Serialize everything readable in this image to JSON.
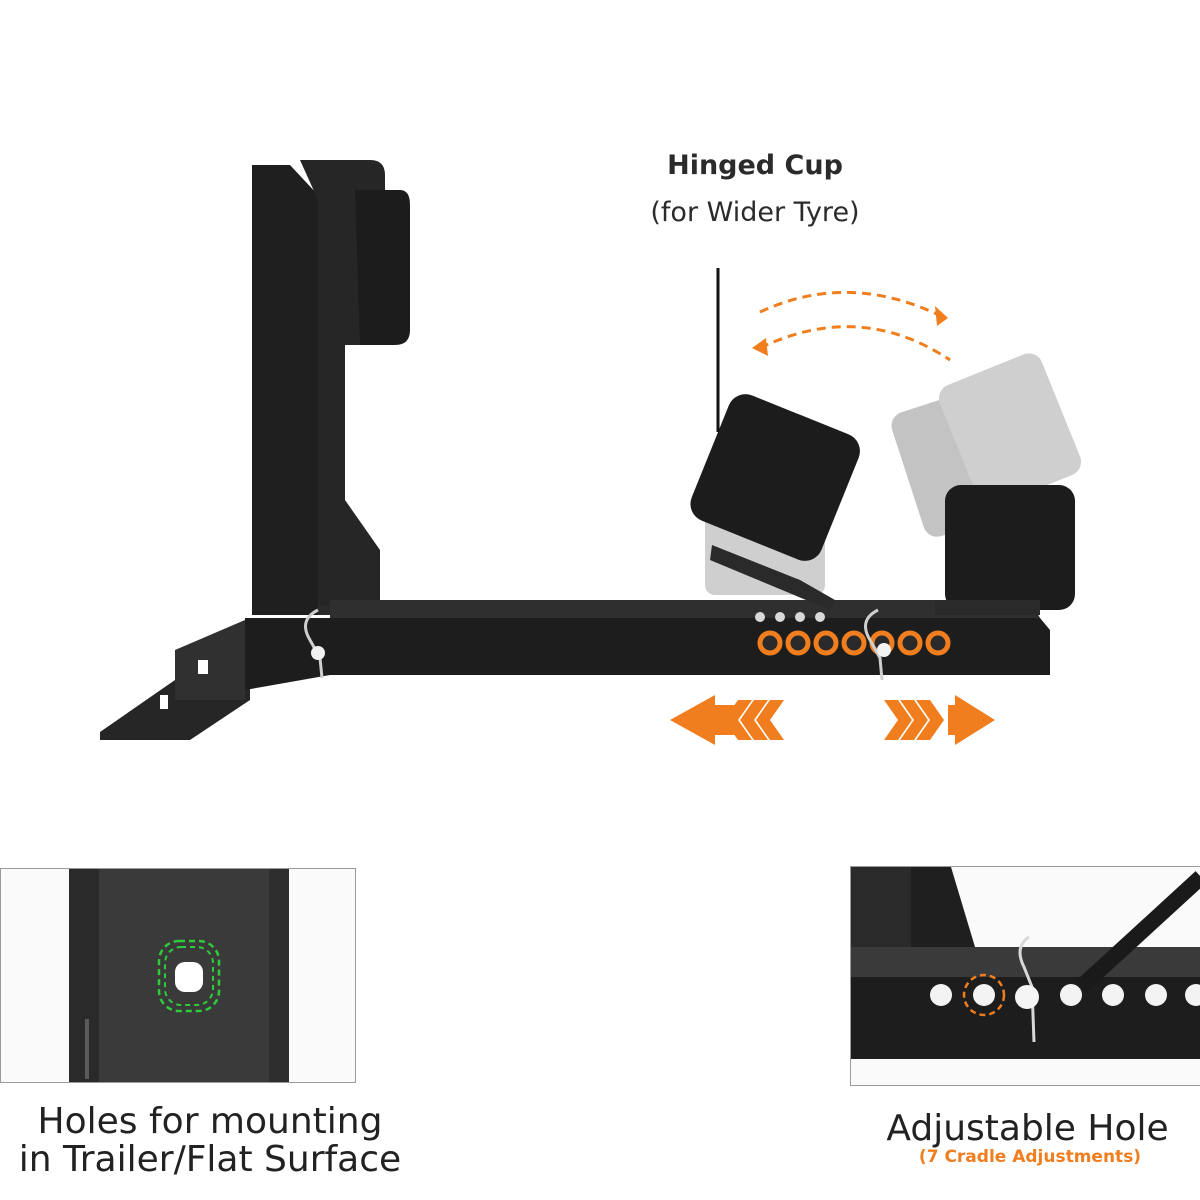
{
  "callout": {
    "title": "Hinged Cup",
    "subtitle": "(for Wider Tyre)"
  },
  "captions": {
    "left_line1": "Holes for mounting",
    "left_line2": "in Trailer/Flat Surface",
    "right_line1": "Adjustable Hole",
    "right_note": "(7 Cradle Adjustments)"
  },
  "colors": {
    "accent_orange": "#f07e1e",
    "highlight_green": "#2ecc3a",
    "metal_dark": "#1f1f1f",
    "metal_mid": "#2b2b2b"
  },
  "icons": {
    "arrow_left": "chevron-left-arrow-icon",
    "arrow_right": "chevron-right-arrow-icon",
    "swing_arrows": "dashed-curved-arrow-icon"
  }
}
